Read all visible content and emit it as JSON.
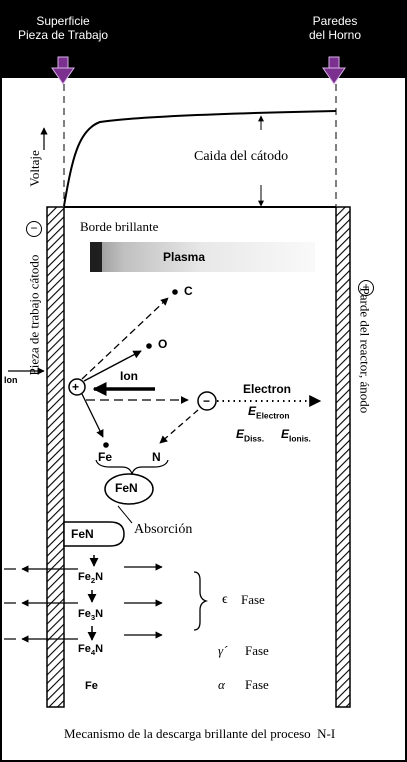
{
  "header": {
    "surface_label": "Superficie\nPieza de Trabajo",
    "walls_label": "Paredes\ndel Horno"
  },
  "diagram": {
    "voltage_label": "Voltaje",
    "cathode_drop_label": "Caida del cátodo",
    "glow_edge_label": "Borde brillante",
    "plasma_label": "Plasma",
    "cathode_side_label": "Pieza de trabajo cátodo",
    "cathode_sign": "−",
    "anode_side_label": "Parde del reactor, ánodo",
    "anode_sign": "+",
    "ion_in_label": "Ion",
    "c_label": "C",
    "o_label": "O",
    "ion_label": "Ion",
    "positive_sign": "+",
    "negative_sign": "−",
    "electron_label": "Electron",
    "e_electron_main": "E",
    "e_electron_sub": "Electron",
    "e_diss_main": "E",
    "e_diss_sub": "Diss.",
    "e_ionis_main": "E",
    "e_ionis_sub": "Ionis.",
    "fe_label": "Fe",
    "n_label": "N",
    "fen_bubble": "FeN",
    "fen_surface": "FeN",
    "absorption_label": "Absorción",
    "layers": {
      "fe2n_main": "Fe",
      "fe2n_sub": "2",
      "fe2n_end": "N",
      "fe3n_main": "Fe",
      "fe3n_sub": "3",
      "fe3n_end": "N",
      "fe4n_main": "Fe",
      "fe4n_sub": "4",
      "fe4n_end": "N",
      "fe": "Fe"
    },
    "epsilon_symbol": "ϵ",
    "epsilon_phase": "Fase",
    "gamma_symbol": "γ´",
    "gamma_phase": "Fase",
    "alpha_symbol": "α",
    "alpha_phase": "Fase",
    "caption": "Mecanismo de la descarga brillante del proceso  N-I"
  }
}
